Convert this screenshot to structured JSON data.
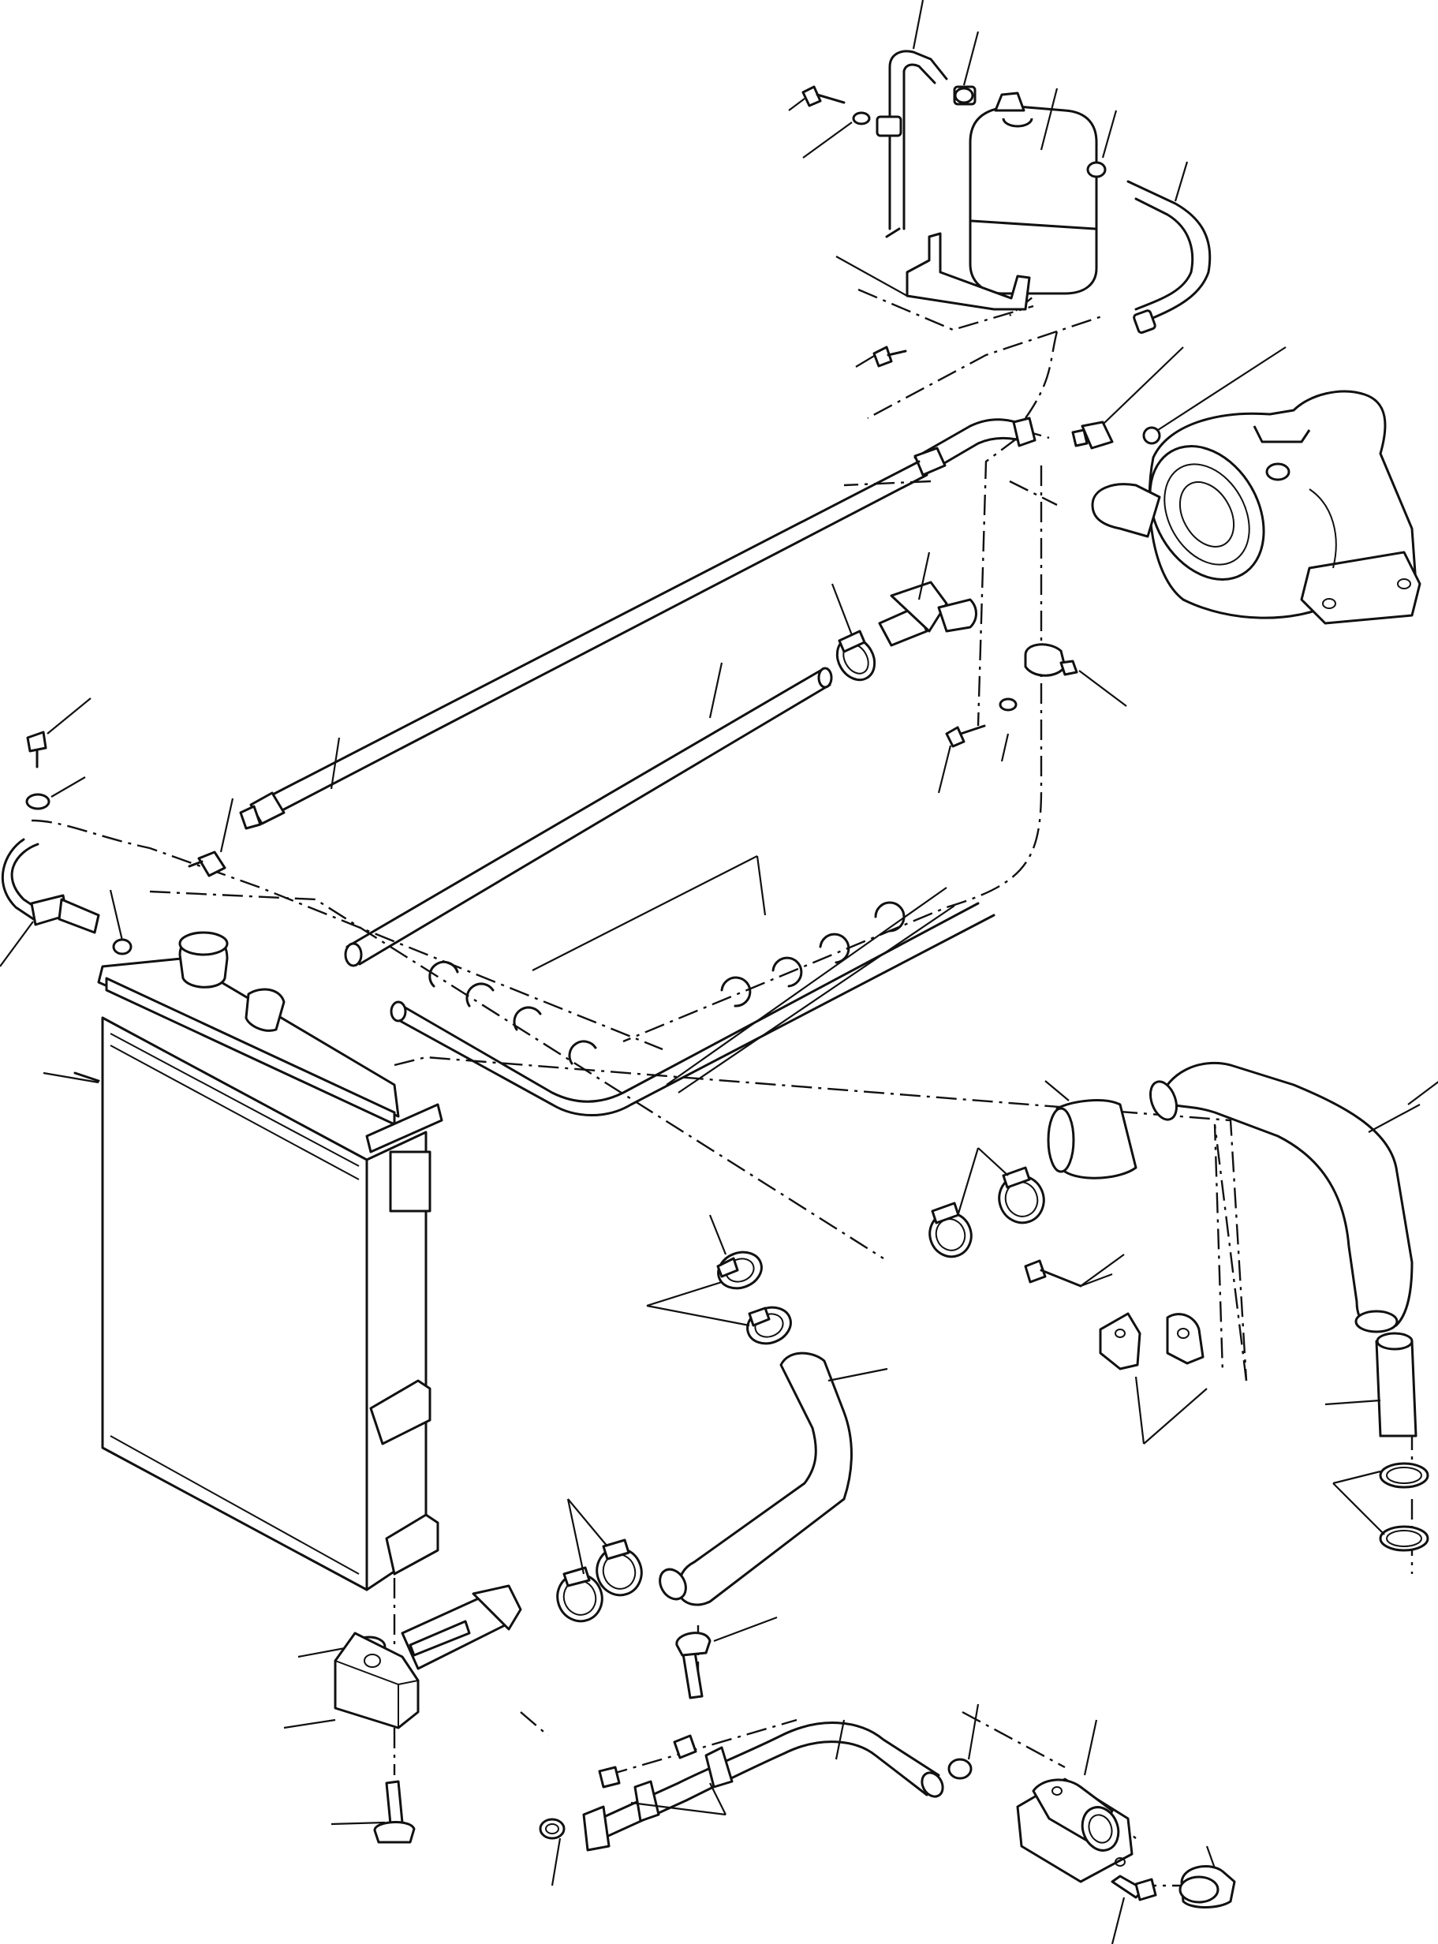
{
  "diagram": {
    "kind": "exploded parts diagram",
    "callout_numbers_visible": false,
    "parts": [
      "radiator",
      "radiator-cap",
      "reservoir-tank",
      "reservoir-bracket",
      "turbocharger",
      "oil-feed-pipe",
      "oil-feed-hose",
      "radiator-upper-hose",
      "radiator-lower-hose",
      "intercooler-hose",
      "hose-clamps",
      "c-clips",
      "drain-block",
      "water-pipe",
      "flange-connector",
      "drain-plug",
      "bolts",
      "washers"
    ]
  },
  "colors": {
    "line": "#111111",
    "background": "#ffffff"
  }
}
